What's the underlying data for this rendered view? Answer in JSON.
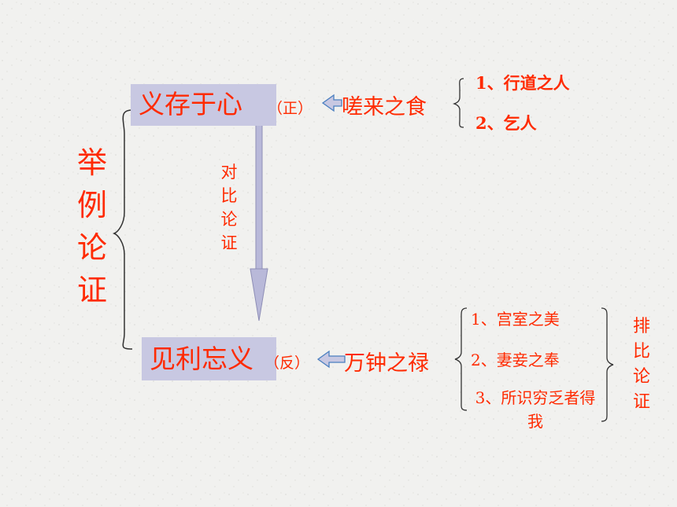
{
  "main_topic": "举例论证",
  "top": {
    "box_label": "义存于心",
    "tag": "（正）",
    "source": "嗟来之食",
    "items": [
      "1、行道之人",
      "2、乞人"
    ]
  },
  "contrast_label": "对比论证",
  "bottom": {
    "box_label": "见利忘义",
    "tag": "（反）",
    "source": "万钟之禄",
    "items": [
      "1、宫室之美",
      "2、妻妾之奉",
      "3、所识穷乏者得我"
    ]
  },
  "parallel_label": "排比论证",
  "colors": {
    "text": "#ff2a00",
    "box": "#c8c8e2",
    "arrow": "#b9b9d9"
  }
}
